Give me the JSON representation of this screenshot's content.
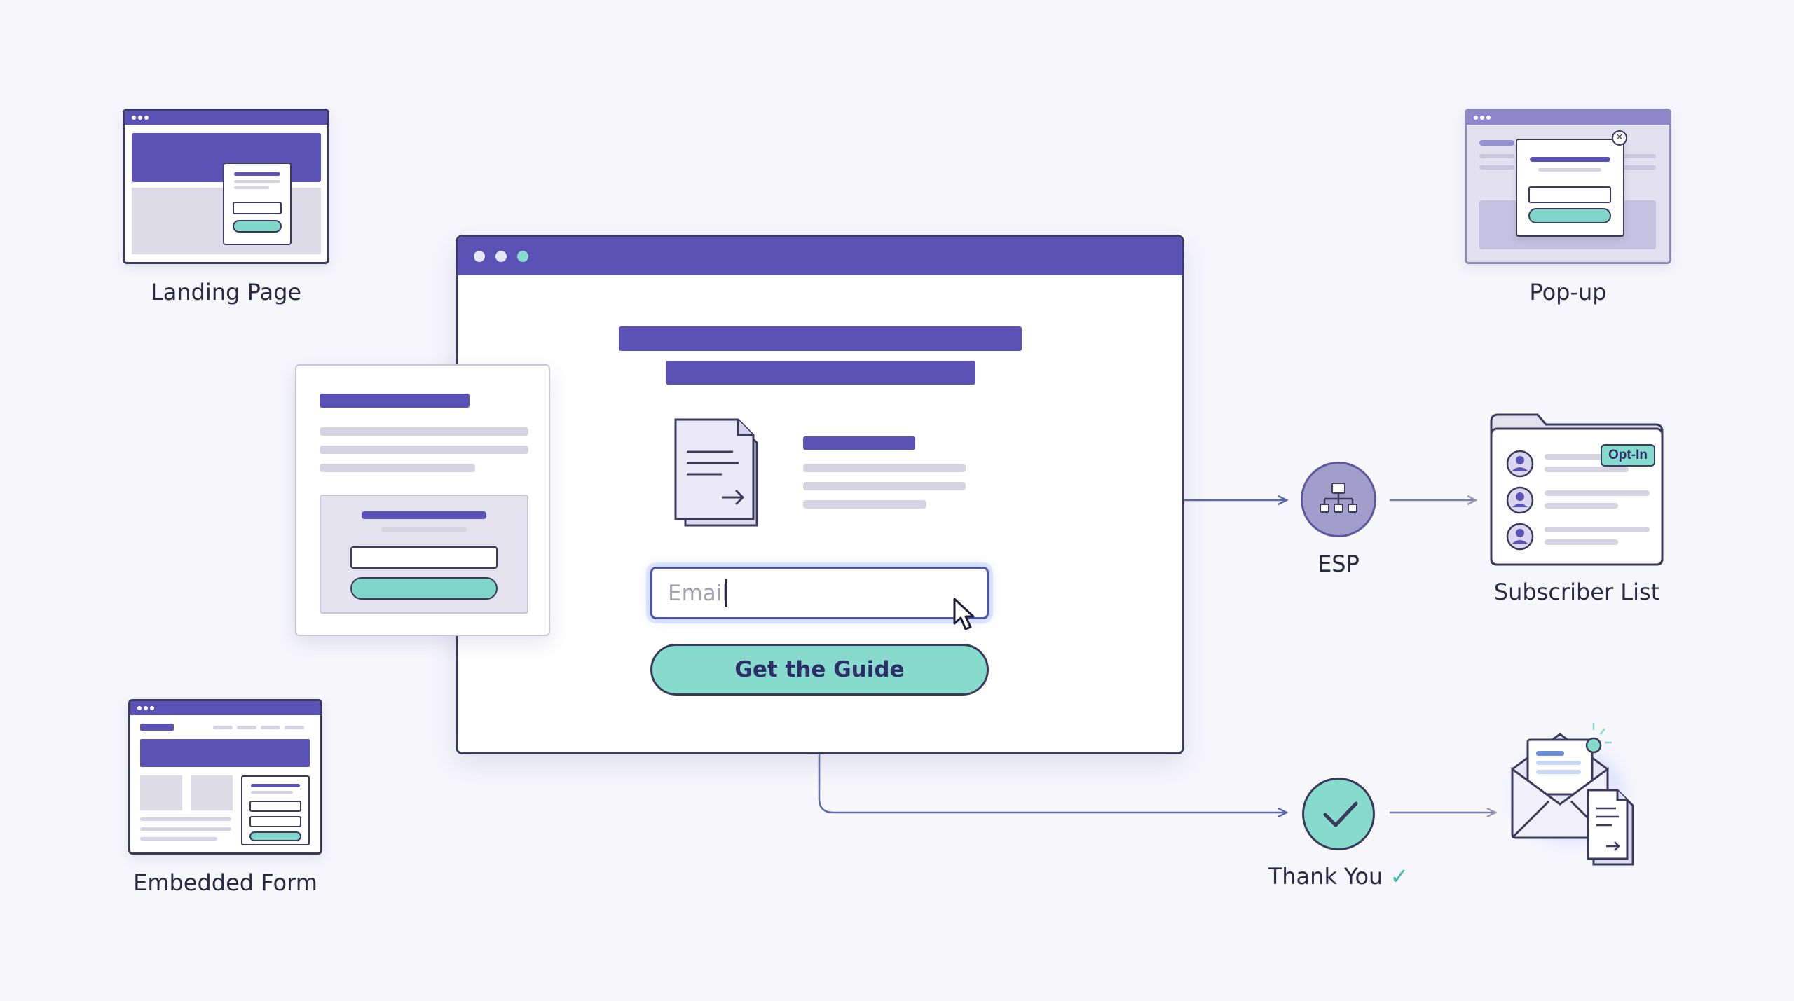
{
  "captions": {
    "landing_page": "Landing Page",
    "popup": "Pop-up",
    "embedded_form": "Embedded Form",
    "esp": "ESP",
    "subscriber_list": "Subscriber List",
    "thank_you": "Thank You"
  },
  "main_form": {
    "email_placeholder": "Email",
    "cta_label": "Get the Guide"
  },
  "subscriber_list": {
    "badge": "Opt-In"
  },
  "icons": {
    "thank_you_check": "✓",
    "popup_close": "✕"
  },
  "colors": {
    "accent_purple": "#5b52b6",
    "accent_teal": "#86dbcd",
    "outline": "#3b3a5c",
    "background": "#f6f6fb"
  }
}
